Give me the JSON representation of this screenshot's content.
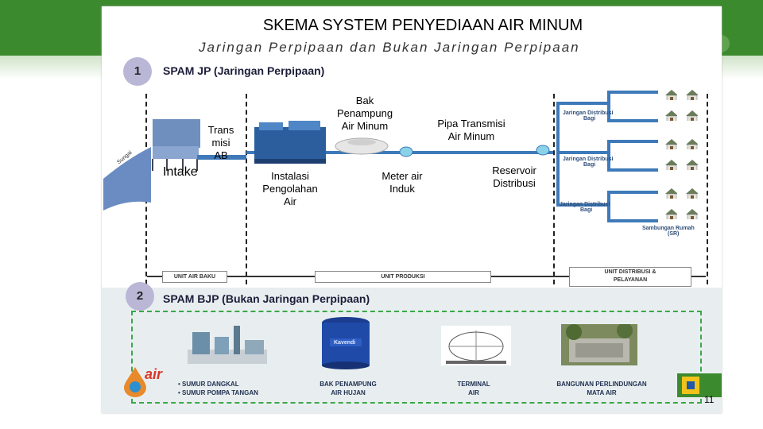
{
  "title": "SKEMA SYSTEM PENYEDIAAN AIR MINUM",
  "subtitle": "Jaringan Perpipaan dan Bukan Jaringan Perpipaan",
  "section1": {
    "number": "1",
    "heading": "SPAM JP (Jaringan Perpipaan)",
    "intake": "Intake",
    "sungai": "Sungai",
    "transmisi_ab": [
      "Trans",
      "misi",
      "AB"
    ],
    "instalasi": [
      "Instalasi",
      "Pengolahan",
      "Air"
    ],
    "bak": [
      "Bak",
      "Penampung",
      "Air Minum"
    ],
    "meter": [
      "Meter air",
      "Induk"
    ],
    "pipa": [
      "Pipa Transmisi",
      "Air Minum"
    ],
    "reservoir": [
      "Reservoir",
      "Distribusi"
    ],
    "jaringan_1": [
      "Jaringan Distribusi",
      "Bagi"
    ],
    "jaringan_2": [
      "Jaringan Distribusi",
      "Bagi"
    ],
    "jaringan_3": [
      "Jaringan Distribusi",
      "Bagi"
    ],
    "sambungan": [
      "Sambungan Rumah",
      "(SR)"
    ],
    "unit_air_baku": "UNIT AIR BAKU",
    "unit_produksi": "UNIT PRODUKSI",
    "unit_distribusi": [
      "UNIT DISTRIBUSI &",
      "PELAYANAN"
    ]
  },
  "section2": {
    "number": "2",
    "heading": "SPAM BJP (Bukan Jaringan Perpipaan)",
    "items": [
      [
        "SUMUR DANGKAL",
        "SUMUR POMPA TANGAN"
      ],
      [
        "BAK PENAMPUNG",
        "AIR HUJAN"
      ],
      [
        "TERMINAL",
        "AIR"
      ],
      [
        "BANGUNAN PERLINDUNGAN",
        "MATA AIR"
      ]
    ],
    "tank_brand": "Kavendi"
  },
  "logo_text": "air",
  "page_number": "11",
  "colors": {
    "band": "#3c8a2e",
    "pipe": "#3e7ab9",
    "dash": "#39a845",
    "circle": "#b9b6d6"
  }
}
